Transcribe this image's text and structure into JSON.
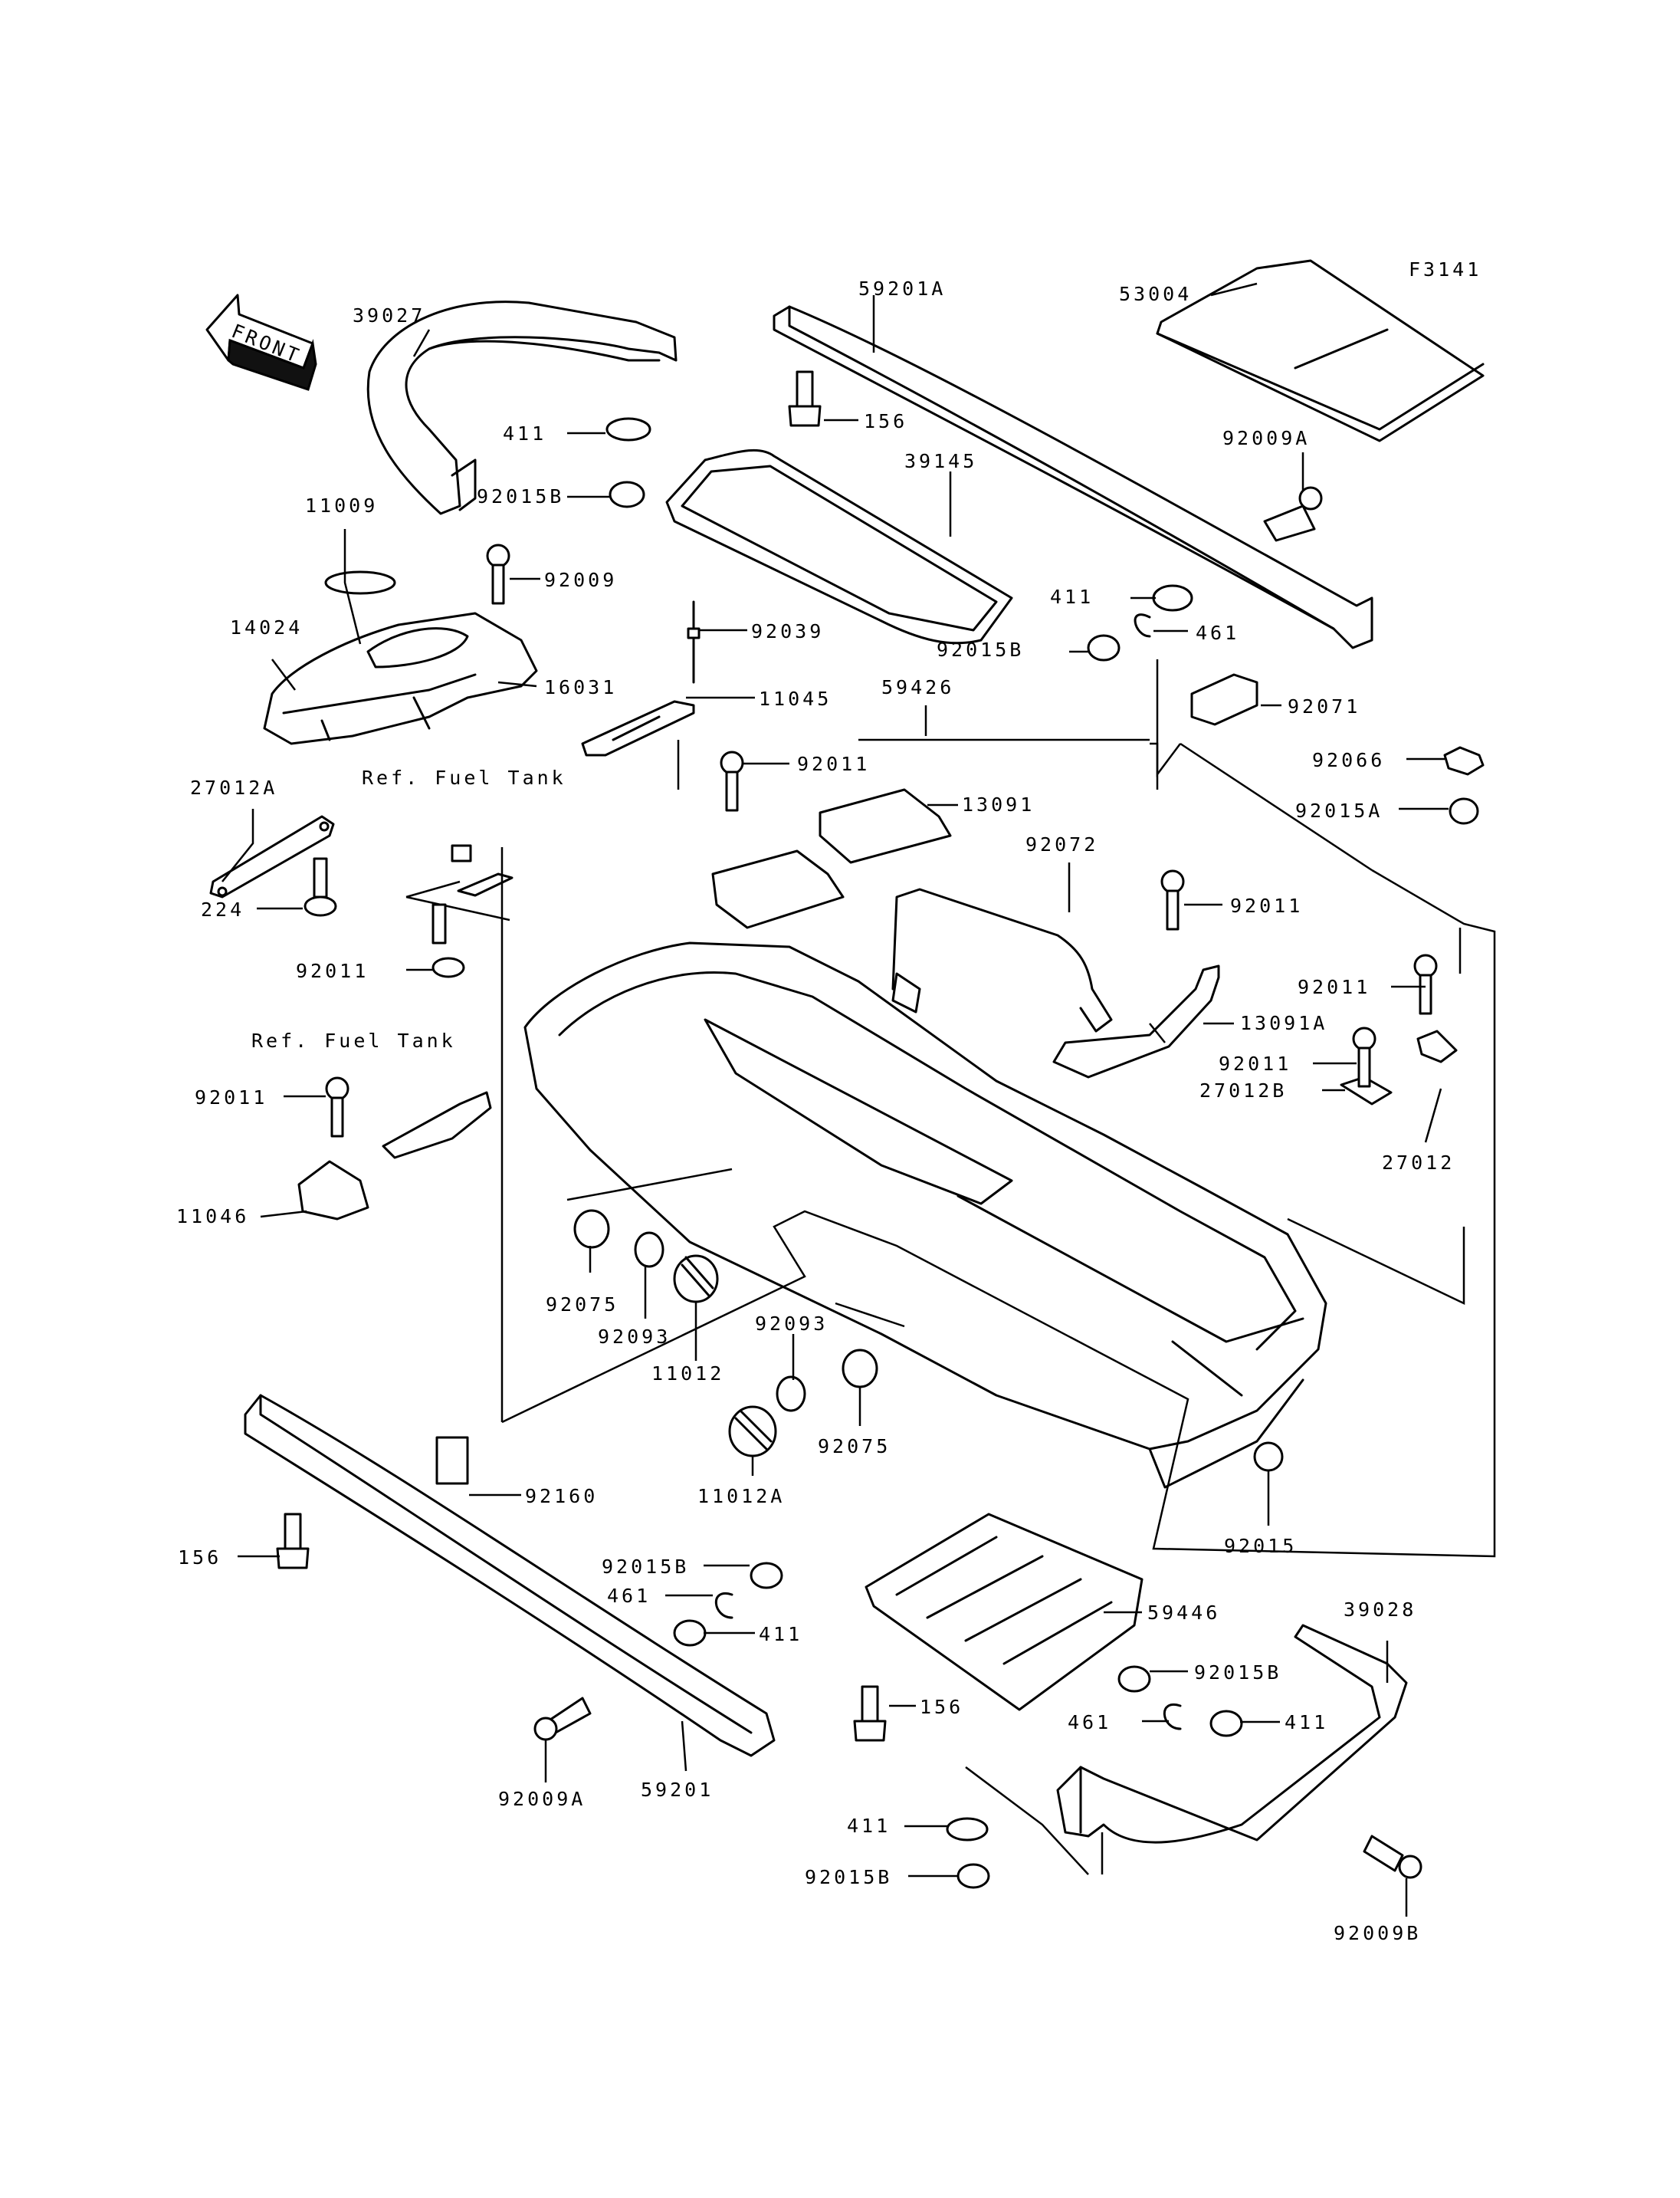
{
  "figure_code": "F3141",
  "front_arrow": "FRONT",
  "notes": {
    "ref_fuel_tank_1": "Ref. Fuel Tank",
    "ref_fuel_tank_2": "Ref. Fuel Tank"
  },
  "labels": {
    "l39027": "39027",
    "l59201A": "59201A",
    "l53004": "53004",
    "l411_a": "411",
    "l92015B_a": "92015B",
    "l11009": "11009",
    "l92009": "92009",
    "l156_a": "156",
    "l39145": "39145",
    "l92009A_a": "92009A",
    "l14024": "14024",
    "l16031": "16031",
    "l92039": "92039",
    "l411_b": "411",
    "l92015B_b": "92015B",
    "l461_a": "461",
    "l11045": "11045",
    "l59426": "59426",
    "l92071": "92071",
    "l27012A": "27012A",
    "l92011_a": "92011",
    "l13091": "13091",
    "l92066": "92066",
    "l92015A": "92015A",
    "l92072": "92072",
    "l224": "224",
    "l92011_b": "92011",
    "l92011_c": "92011",
    "l92011_d": "92011",
    "l13091A": "13091A",
    "l92011_e": "92011",
    "l92011_f": "92011",
    "l27012B": "27012B",
    "l27012": "27012",
    "l11046": "11046",
    "l92075_a": "92075",
    "l92093_a": "92093",
    "l11012": "11012",
    "l92093_b": "92093",
    "l92075_b": "92075",
    "l11012A": "11012A",
    "l92160": "92160",
    "l92015": "92015",
    "l156_b": "156",
    "l92015B_c": "92015B",
    "l461_b": "461",
    "l411_c": "411",
    "l59446": "59446",
    "l39028": "39028",
    "l92015B_d": "92015B",
    "l156_c": "156",
    "l461_c": "461",
    "l411_d": "411",
    "l92009A_b": "92009A",
    "l59201": "59201",
    "l411_e": "411",
    "l92015B_e": "92015B",
    "l92009B": "92009B"
  }
}
